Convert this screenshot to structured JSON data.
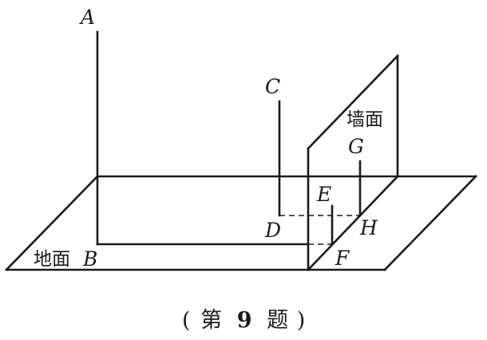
{
  "labels": {
    "A": "A",
    "B": "B",
    "C": "C",
    "D": "D",
    "E": "E",
    "F": "F",
    "G": "G",
    "H": "H"
  },
  "ground_label": "地面",
  "wall_label": "墙面",
  "caption": {
    "open": "(",
    "prefix": "第",
    "number": "9",
    "suffix": "题",
    "close": ")"
  }
}
